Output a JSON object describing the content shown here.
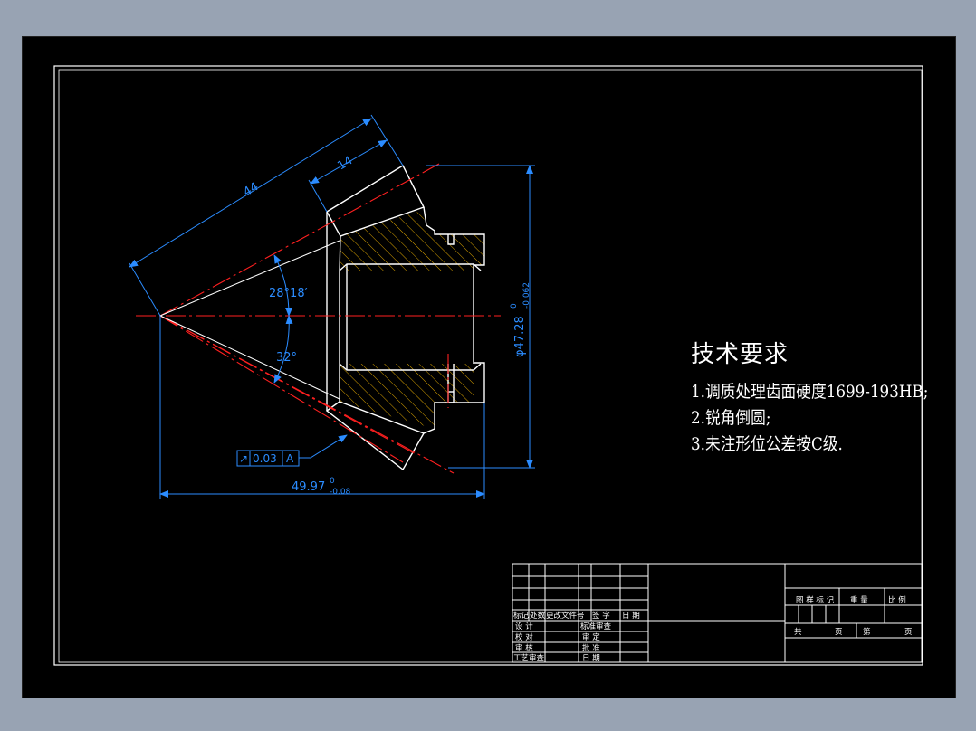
{
  "colors": {
    "background": "#98a3b3",
    "sheet": "#000000",
    "frame": "#ffffff",
    "part_outline": "#ffffff",
    "centerline": "#ff2020",
    "dimension": "#2b8cff",
    "hatch": "#d9a200"
  },
  "dimensions": {
    "cone_distance": "44",
    "face_width": "14",
    "angle_top": "28°18′",
    "angle_bottom": "32°",
    "diameter_main": "φ47.28",
    "diameter_upper": "0",
    "diameter_lower": "-0.062",
    "length_main": "49.97",
    "length_upper": "0",
    "length_lower": "-0.08"
  },
  "tolerance_frame": {
    "symbol": "↗",
    "value": "0.03",
    "datum": "A"
  },
  "tech_requirements": {
    "title": "技术要求",
    "lines": [
      "1.调质处理齿面硬度1699-193HB;",
      "2.锐角倒圆;",
      "3.未注形位公差按C级."
    ]
  },
  "title_block": {
    "rev_header": [
      "标记",
      "处数",
      "更改文件号",
      "签  字",
      "日  期"
    ],
    "row_design": [
      "设  计",
      "标准审查"
    ],
    "row_check": [
      "校  对",
      "审  定"
    ],
    "row_review": [
      "审  核",
      "批  准"
    ],
    "row_process": [
      "工艺审查",
      "日  期"
    ],
    "right_header": [
      "图 样 标 记",
      "重  量",
      "比  例"
    ],
    "sheet_row": [
      "共",
      "页",
      "第",
      "页"
    ]
  }
}
